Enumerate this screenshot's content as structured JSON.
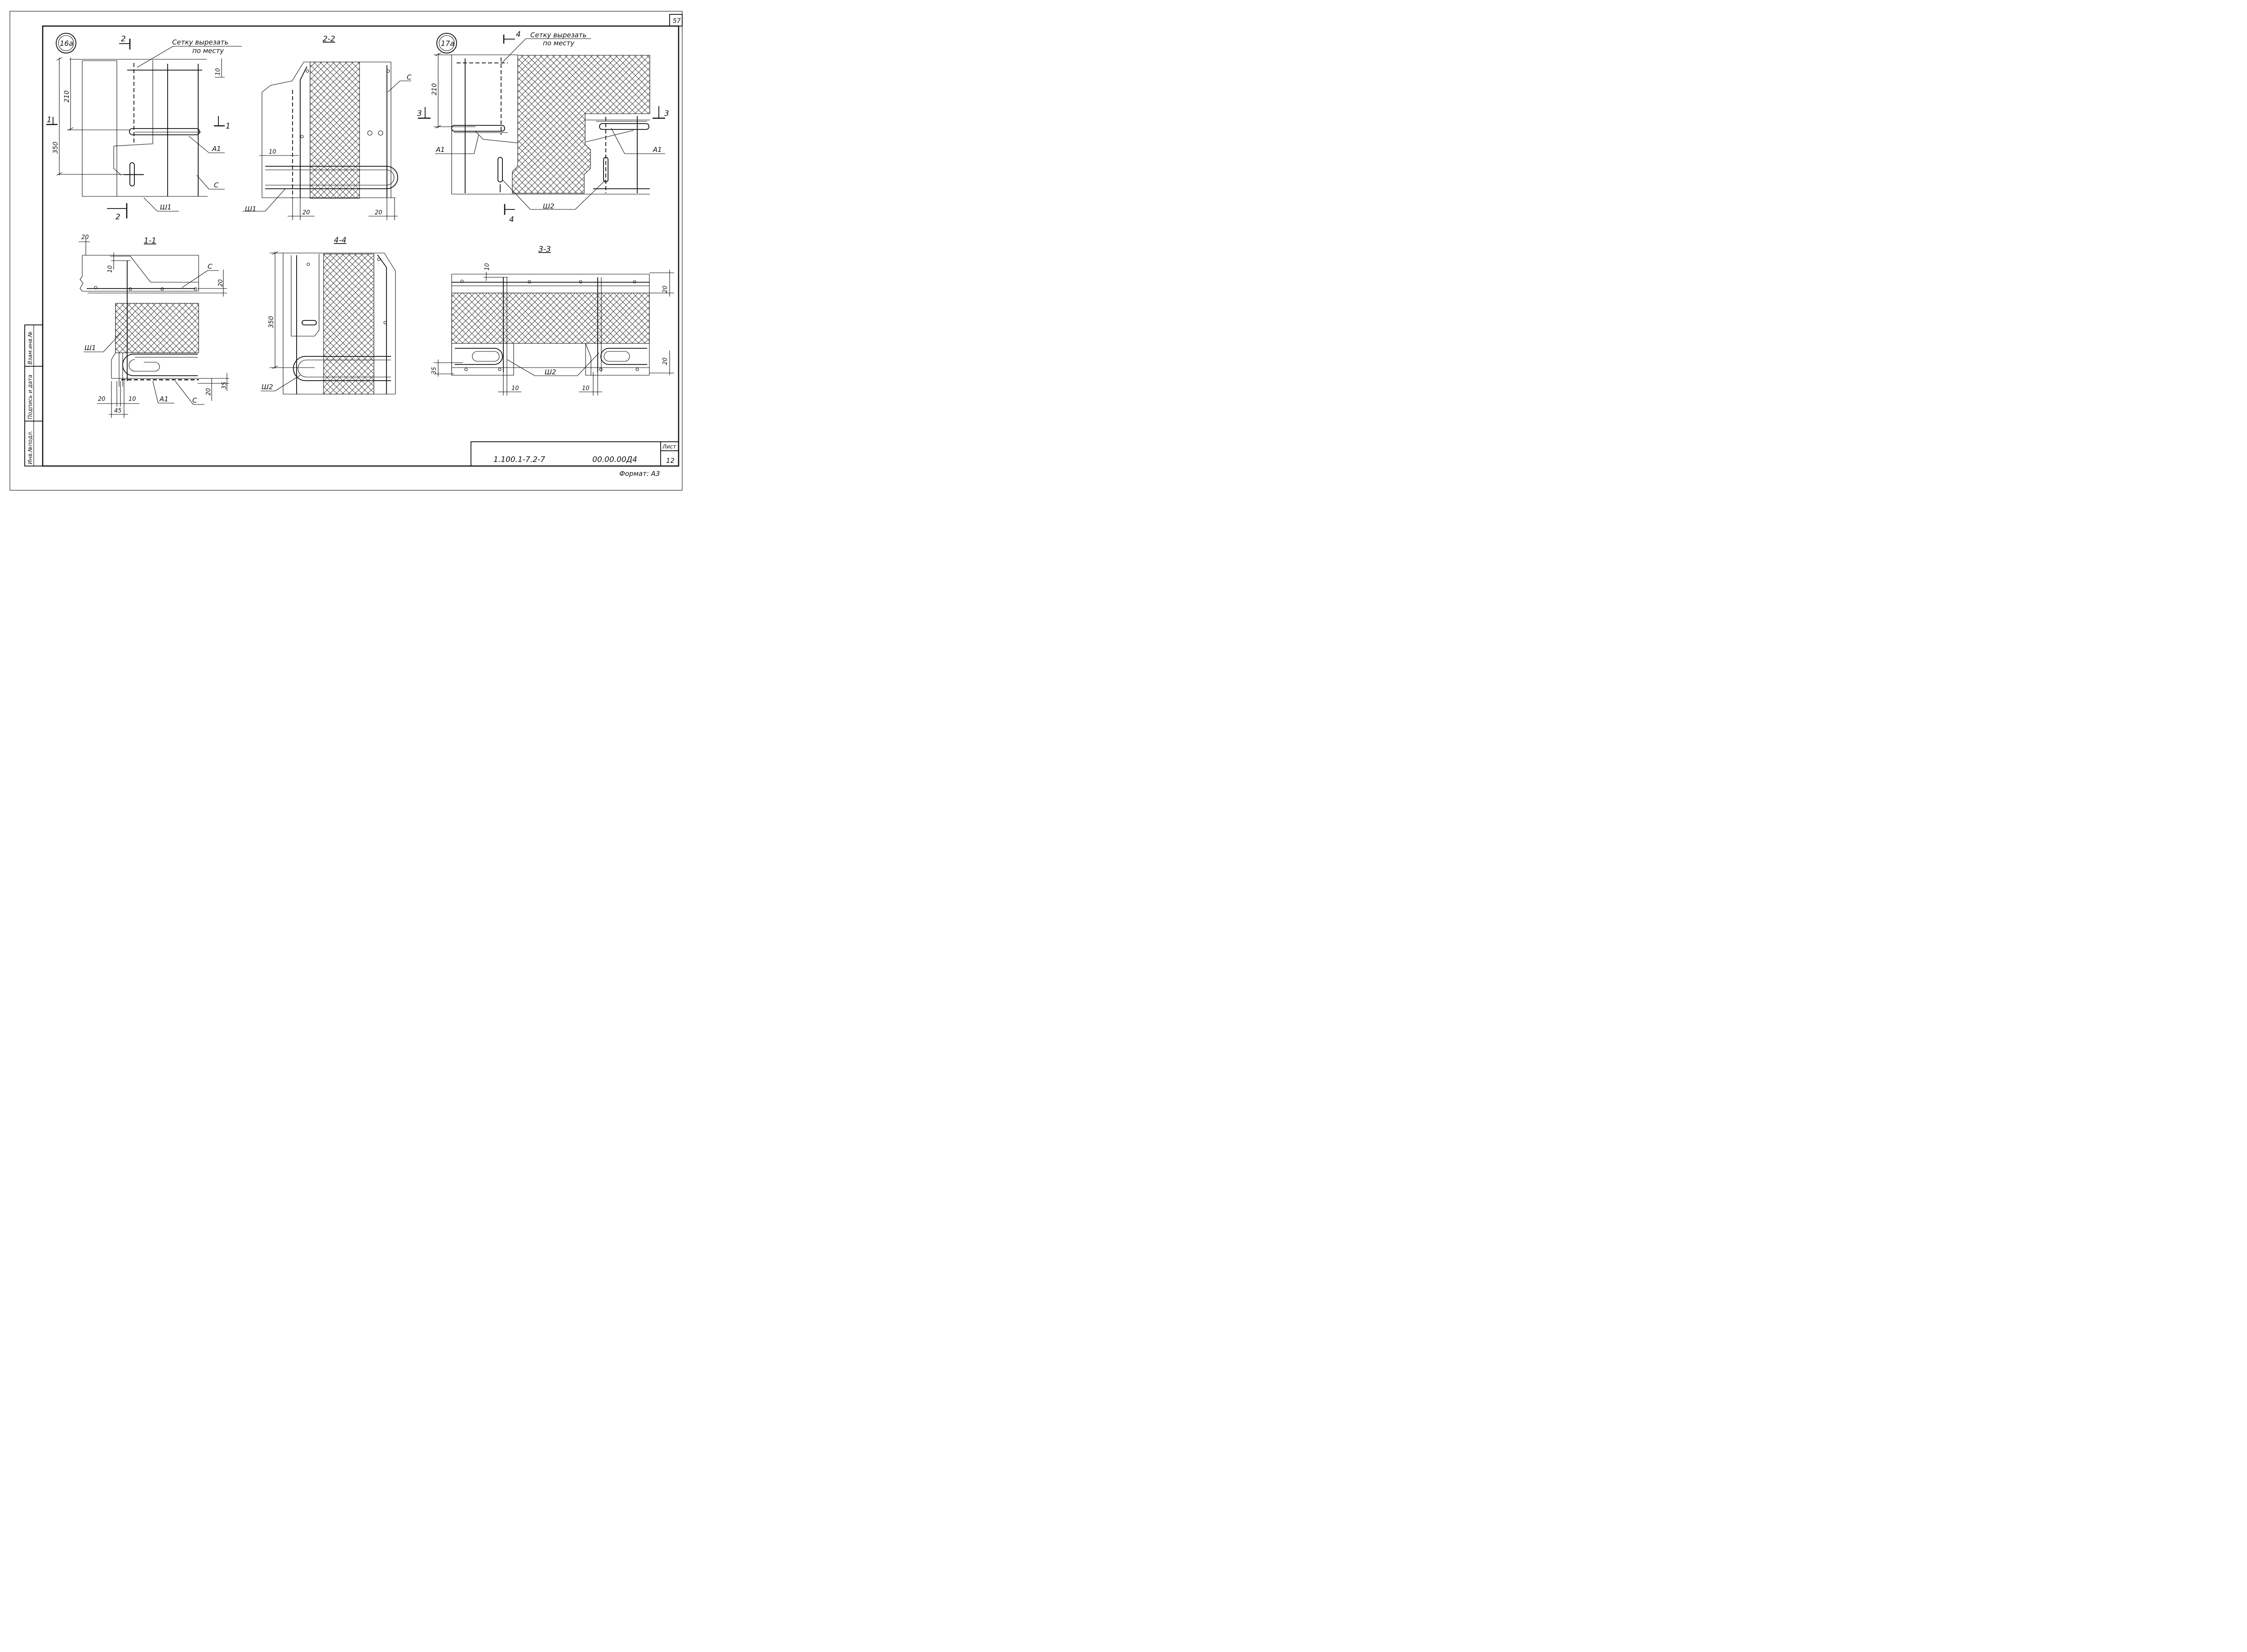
{
  "sheet": {
    "page_number": "57",
    "format_label": "Формат: А3",
    "title_block": {
      "code": "1.100.1-7.2-7",
      "doc_number": "00.00.00Д4",
      "sheet_label": "Лист",
      "sheet_number": "12"
    },
    "side_stamp": {
      "cells": [
        "Инв.№подл.",
        "Подпись и дата",
        "Взам.инв.№"
      ]
    }
  },
  "node_16a": {
    "badge": "16а",
    "note_line1": "Сетку вырезать",
    "note_line2": "по месту",
    "section_top": "2",
    "section_bottom": "2",
    "section_side": "1",
    "section_side_right": "1",
    "dim_350": "350",
    "dim_210": "210",
    "dim_10": "10",
    "label_a1": "А1",
    "label_c": "С",
    "label_sh1": "Ш1"
  },
  "section_2_2": {
    "title": "2-2",
    "label_c": "С",
    "label_sh1": "Ш1",
    "dim_10": "10",
    "dim_20_left": "20",
    "dim_20_right": "20"
  },
  "node_17a": {
    "badge": "17а",
    "note_line1": "Сетку вырезать",
    "note_line2": "по месту",
    "section_top": "4",
    "section_bottom": "4",
    "section_left": "3",
    "section_right": "3",
    "dim_210": "210",
    "label_a1_left": "А1",
    "label_a1_right": "А1",
    "label_sh2": "Ш2"
  },
  "section_1_1": {
    "title": "1-1",
    "dim_20_top": "20",
    "dim_10_top": "10",
    "dim_20_right": "20",
    "dim_35": "35",
    "dim_20_low": "20",
    "dim_20_bl": "20",
    "dim_10_bl": "10",
    "dim_45": "45",
    "label_c_top": "С",
    "label_c_bottom": "С",
    "label_sh1": "Ш1",
    "label_a1": "А1"
  },
  "section_4_4": {
    "title": "4-4",
    "dim_350": "350",
    "label_sh2": "Ш2"
  },
  "section_3_3": {
    "title": "3-3",
    "dim_10_top": "10",
    "dim_20_top": "20",
    "dim_20_bottom": "20",
    "dim_35": "35",
    "dim_10_left": "10",
    "dim_10_right": "10",
    "label_sh2": "Ш2"
  }
}
